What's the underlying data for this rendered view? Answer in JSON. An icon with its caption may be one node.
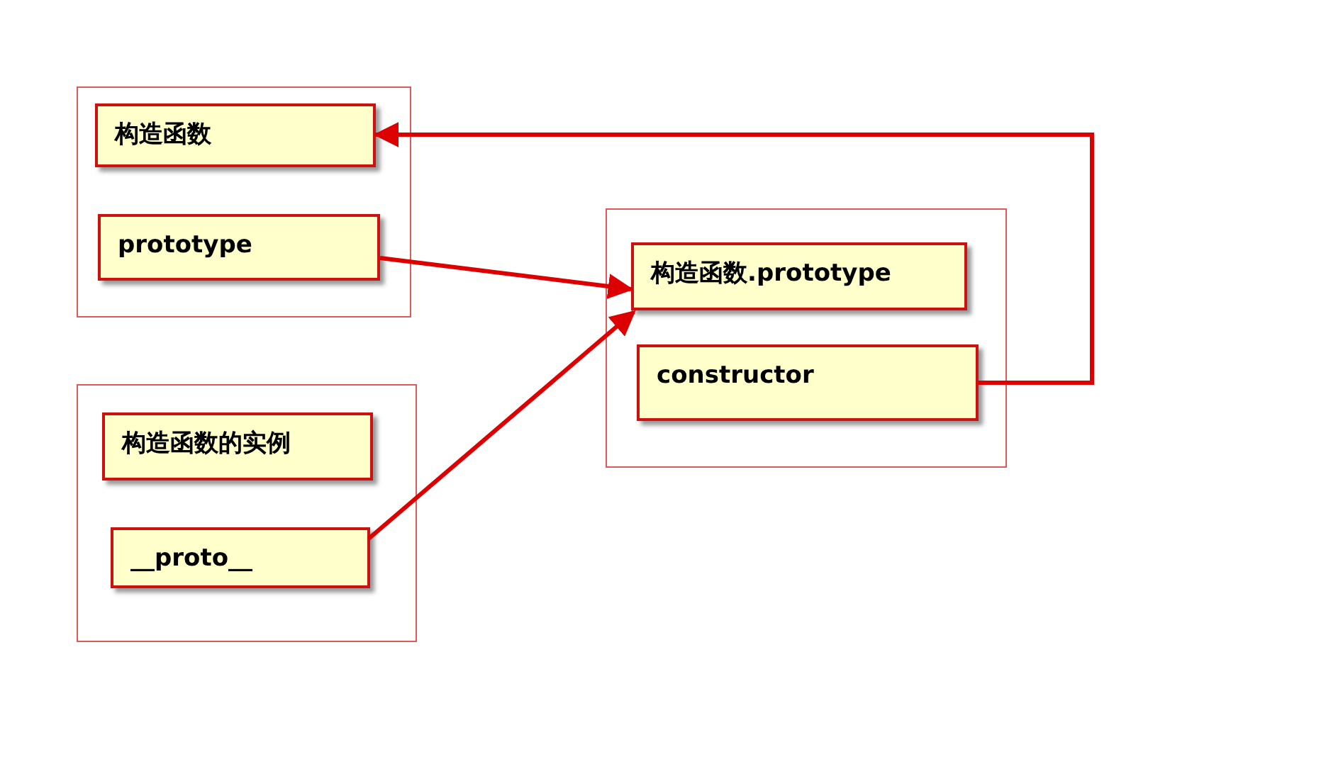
{
  "diagram": {
    "nodes": [
      {
        "text": [],
        "shape": "box"
      },
      {
        "text": [
          "构造函数"
        ],
        "in": 0
      },
      {
        "text": [
          "prototype"
        ],
        "in": 0
      },
      {
        "text": [],
        "shape": "box"
      },
      {
        "text": [
          "构造函数的实例"
        ],
        "in": 3
      },
      {
        "text": [
          "__proto__"
        ],
        "in": 3
      },
      {
        "text": [],
        "shape": "box"
      },
      {
        "text": [
          "构造函数.prototype"
        ],
        "in": 6
      },
      {
        "text": [
          "constructor"
        ],
        "in": 6
      }
    ],
    "edges": [
      {
        "from": 2,
        "to": 7,
        "arrow": "to"
      },
      {
        "from": 5,
        "to": 7,
        "arrow": "to"
      },
      {
        "from": 8,
        "to": 1,
        "arrow": "to"
      }
    ]
  }
}
